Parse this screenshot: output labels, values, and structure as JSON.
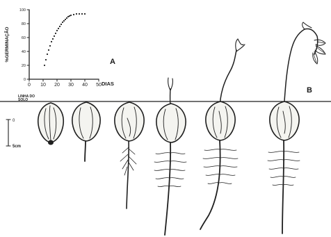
{
  "chart_data": {
    "type": "scatter",
    "title": "",
    "xlabel": "DIAS",
    "ylabel": "%GERMINAÇÃO",
    "xlim": [
      0,
      50
    ],
    "ylim": [
      0,
      100
    ],
    "x_ticks": [
      "0",
      "10",
      "20",
      "30",
      "40",
      "50"
    ],
    "y_ticks": [
      "0",
      "20",
      "40",
      "60",
      "80",
      "100"
    ],
    "grid": false,
    "series": [
      {
        "x": [
          11,
          12,
          13,
          14,
          15,
          16,
          17,
          18,
          19,
          20,
          21,
          22,
          23,
          24,
          25,
          26,
          27,
          28,
          29,
          30,
          32,
          34,
          36,
          38,
          40
        ],
        "y": [
          20,
          28,
          36,
          42,
          48,
          54,
          58,
          62,
          66,
          70,
          73,
          76,
          79,
          82,
          84,
          86,
          88,
          90,
          91,
          92,
          93,
          94,
          94,
          94,
          94
        ]
      }
    ]
  },
  "labels": {
    "panel_a": "A",
    "panel_b": "B",
    "soil_line_1": "LINHA DO",
    "soil_line_2": "SOLO",
    "scale": "5cm"
  }
}
